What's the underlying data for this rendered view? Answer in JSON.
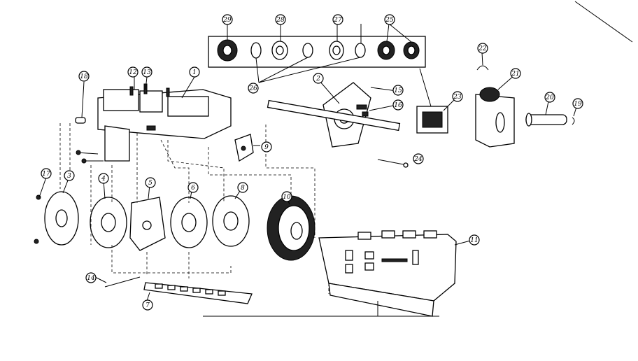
{
  "diagram": {
    "callouts": [
      "1",
      "2",
      "3",
      "4",
      "5",
      "6",
      "7",
      "8",
      "9",
      "10",
      "11",
      "12",
      "13",
      "14",
      "15",
      "16",
      "17",
      "18",
      "19",
      "20",
      "21",
      "22",
      "23",
      "24",
      "25",
      "26",
      "27",
      "28",
      "29"
    ]
  }
}
